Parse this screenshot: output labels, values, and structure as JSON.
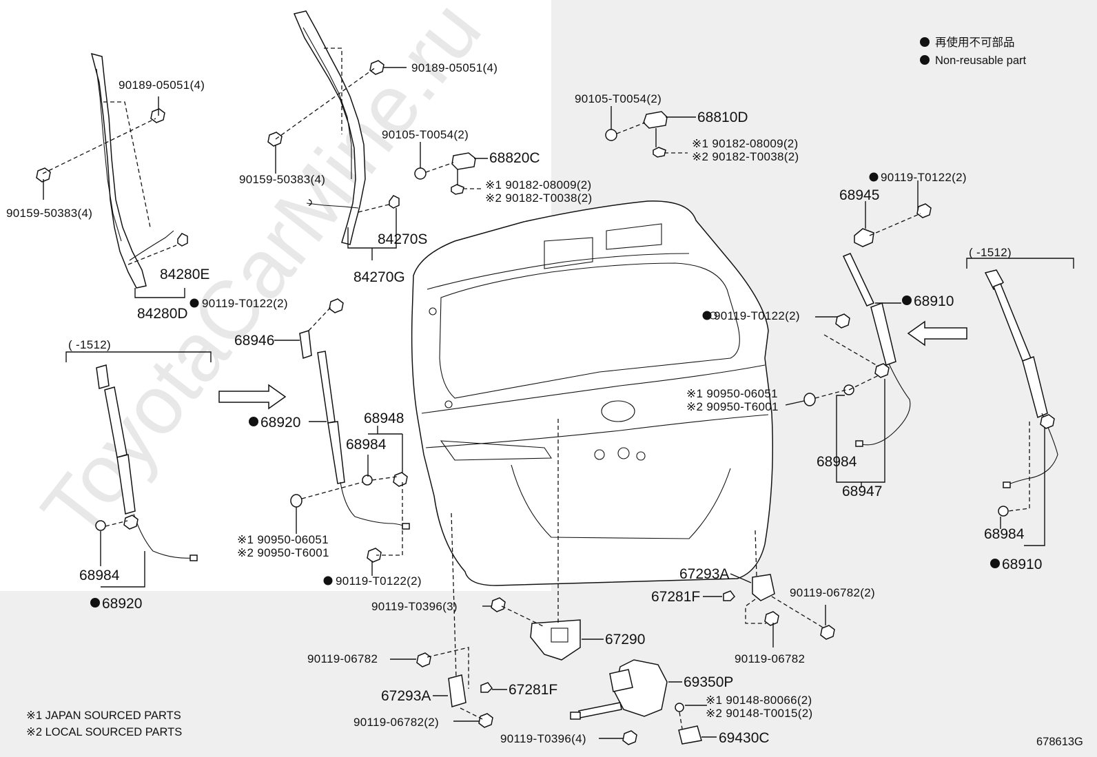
{
  "watermark": "ToyotaCarMine.ru",
  "legend": {
    "jp": "再使用不可部品",
    "en": "Non-reusable part"
  },
  "notes": {
    "japan": "※1 JAPAN SOURCED PARTS",
    "local": "※2 LOCAL SOURCED PARTS"
  },
  "diagram_code": "678613G",
  "range_label": "(      -1512)",
  "labels": {
    "p90189_left": "90189-05051(4)",
    "p90159_left": "90159-50383(4)",
    "p84280E": "84280E",
    "p84280D": "84280D",
    "p90189_mid": "90189-05051(4)",
    "p90159_mid": "90159-50383(4)",
    "p90105_mid": "90105-T0054(2)",
    "p68820C": "68820C",
    "p90182a_mid": "※1 90182-08009(2)",
    "p90182b_mid": "※2 90182-T0038(2)",
    "p84270S": "84270S",
    "p84270G": "84270G",
    "p90105_top": "90105-T0054(2)",
    "p68810D": "68810D",
    "p90182a_top": "※1 90182-08009(2)",
    "p90182b_top": "※2 90182-T0038(2)",
    "p90119_rt": "90119-T0122(2)",
    "p68945": "68945",
    "p68910_a": "68910",
    "p90119_rc": "90119-T0122(2)",
    "p90950a_r": "※1 90950-06051",
    "p90950b_r": "※2 90950-T6001",
    "p68984_r": "68984",
    "p68947": "68947",
    "p68984_fr": "68984",
    "p68910_b": "68910",
    "p90119_lc": "90119-T0122(2)",
    "p68946": "68946",
    "p68920_a": "68920",
    "p68948": "68948",
    "p68984_m": "68984",
    "p90950a_l": "※1 90950-06051",
    "p90950b_l": "※2 90950-T6001",
    "p90119_lb": "90119-T0122(2)",
    "p68984_fl": "68984",
    "p68920_b": "68920",
    "p90119_T0396a": "90119-T0396(3)",
    "p67290": "67290",
    "p90119_06782a": "90119-06782",
    "p67293A_l": "67293A",
    "p67281F_l": "67281F",
    "p90119_06782b": "90119-06782(2)",
    "p90119_T0396b": "90119-T0396(4)",
    "p69350P": "69350P",
    "p90148a": "※1 90148-80066(2)",
    "p90148b": "※2 90148-T0015(2)",
    "p69430C": "69430C",
    "p67293A_r": "67293A",
    "p67281F_r": "67281F",
    "p90119_06782c": "90119-06782(2)",
    "p90119_06782d": "90119-06782"
  }
}
